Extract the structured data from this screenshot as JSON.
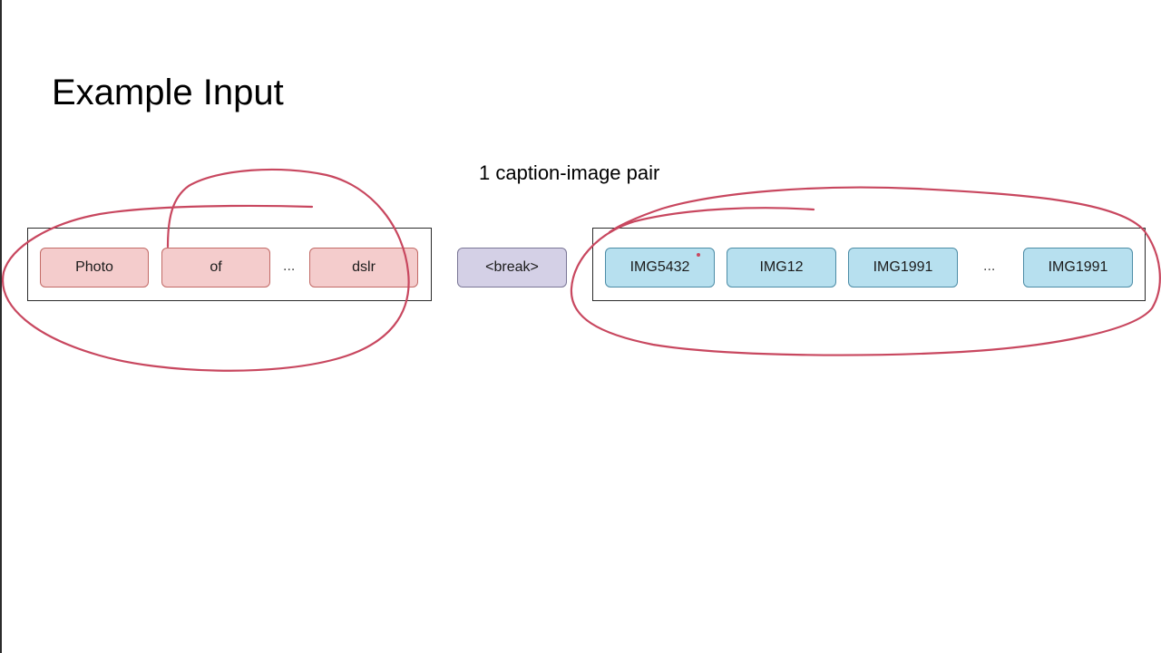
{
  "slide": {
    "title": "Example Input",
    "caption_label": "1 caption-image pair"
  },
  "caption_tokens": [
    {
      "label": "Photo"
    },
    {
      "label": "of"
    },
    {
      "label": "..."
    },
    {
      "label": "dslr"
    }
  ],
  "separator": {
    "label": "<break>"
  },
  "image_tokens": [
    {
      "label": "IMG5432"
    },
    {
      "label": "IMG12"
    },
    {
      "label": "IMG1991"
    },
    {
      "label": "..."
    },
    {
      "label": "IMG1991"
    }
  ],
  "colors": {
    "caption_token_fill": "#f4cccc",
    "caption_token_border": "#c26a66",
    "image_token_fill": "#b7e0ef",
    "image_token_border": "#4c8ca6",
    "separator_fill": "#d4d0e6",
    "annotation_ink": "#c8475f"
  }
}
